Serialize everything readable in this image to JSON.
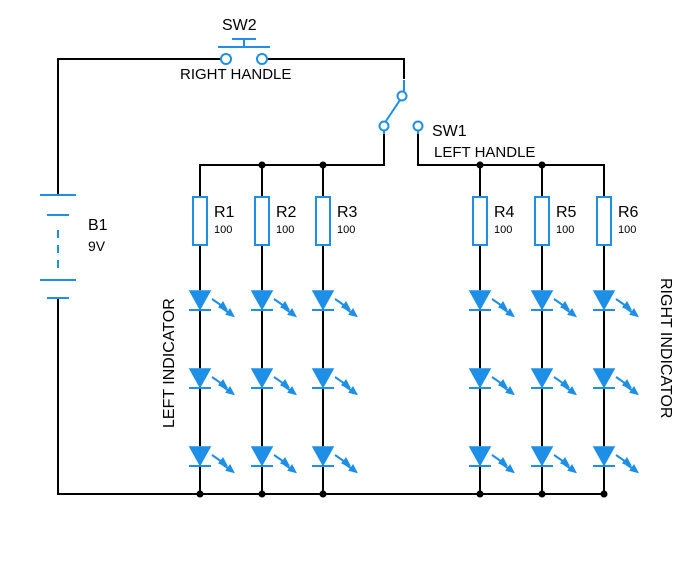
{
  "colors": {
    "wire": "#000000",
    "component": "#1e8fe6",
    "background": "#ffffff"
  },
  "battery": {
    "ref": "B1",
    "value": "9V"
  },
  "switch_right": {
    "ref": "SW2",
    "label": "RIGHT HANDLE"
  },
  "switch_left": {
    "ref": "SW1",
    "label": "LEFT HANDLE"
  },
  "resistors": [
    {
      "ref": "R1",
      "value": "100"
    },
    {
      "ref": "R2",
      "value": "100"
    },
    {
      "ref": "R3",
      "value": "100"
    },
    {
      "ref": "R4",
      "value": "100"
    },
    {
      "ref": "R5",
      "value": "100"
    },
    {
      "ref": "R6",
      "value": "100"
    }
  ],
  "indicators": {
    "left": "LEFT INDICATOR",
    "right": "RIGHT INDICATOR"
  },
  "leds_per_branch": 3
}
